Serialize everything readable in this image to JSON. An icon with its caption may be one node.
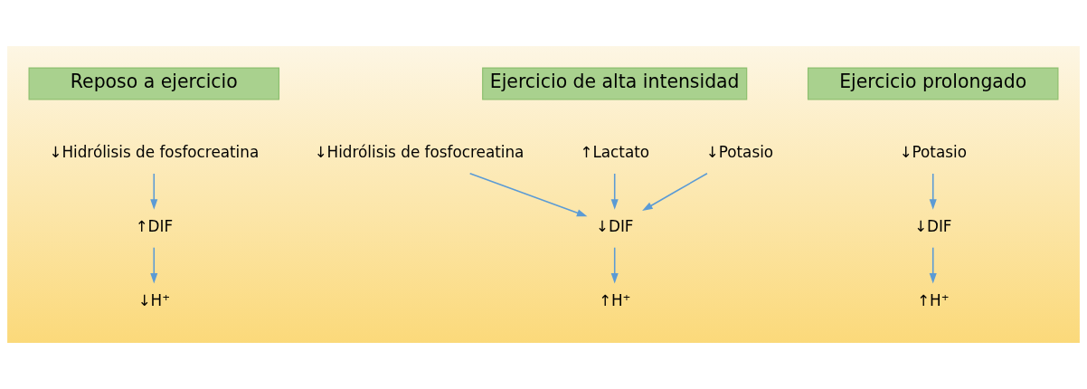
{
  "diagram": {
    "nodes": [
      {
        "text": [
          "Reposo a ejercicio"
        ]
      },
      {
        "text": [
          "Ejercicio de alta intensidad"
        ]
      },
      {
        "text": [
          "Ejercicio prolongado"
        ]
      },
      {
        "text": [
          "↓Hidrólisis de fosfocreatina"
        ]
      },
      {
        "text": [
          "↑DIF"
        ]
      },
      {
        "text": [
          "↓H⁺"
        ]
      },
      {
        "text": [
          "↓Hidrólisis de fosfocreatina"
        ]
      },
      {
        "text": [
          "↑Lactato"
        ]
      },
      {
        "text": [
          "↓Potasio"
        ]
      },
      {
        "text": [
          "↓DIF"
        ]
      },
      {
        "text": [
          "↑H⁺"
        ]
      },
      {
        "text": [
          "↓Potasio"
        ]
      },
      {
        "text": [
          "↓DIF"
        ]
      },
      {
        "text": [
          "↑H⁺"
        ]
      }
    ],
    "edges": [
      {
        "from": 3,
        "to": 4,
        "arrow": "to"
      },
      {
        "from": 4,
        "to": 5,
        "arrow": "to"
      },
      {
        "from": 6,
        "to": 9,
        "arrow": "to"
      },
      {
        "from": 7,
        "to": 9,
        "arrow": "to"
      },
      {
        "from": 8,
        "to": 9,
        "arrow": "to"
      },
      {
        "from": 9,
        "to": 10,
        "arrow": "to"
      },
      {
        "from": 11,
        "to": 12,
        "arrow": "to"
      },
      {
        "from": 12,
        "to": 13,
        "arrow": "to"
      }
    ]
  }
}
